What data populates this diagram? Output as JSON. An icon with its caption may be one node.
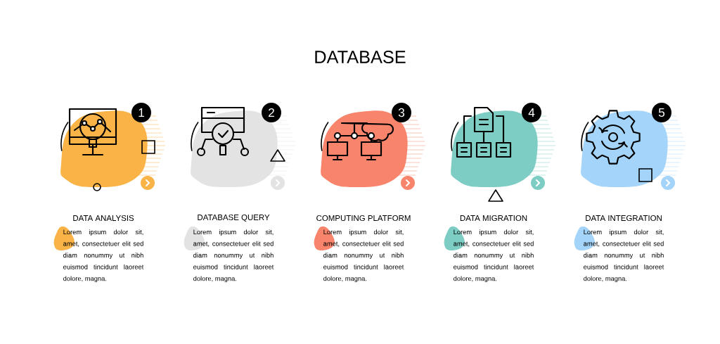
{
  "diagram": {
    "title": "DATABASE",
    "nodes": [
      {
        "text": [
          "1",
          "DATA ANALYSIS",
          "Lorem ipsum dolor sit, amet, consectetuer elit sed diam nonummy ut nibh euismod tincidunt laoreet dolore, magna."
        ]
      },
      {
        "text": [
          "2",
          "DATABASE QUERY",
          "Lorem ipsum dolor sit, amet, consectetuer elit sed diam nonummy ut nibh euismod tincidunt laoreet dolore, magna."
        ]
      },
      {
        "text": [
          "3",
          "COMPUTING PLATFORM",
          "Lorem ipsum dolor sit, amet, consectetuer elit sed diam nonummy ut nibh euismod tincidunt laoreet dolore, magna."
        ]
      },
      {
        "text": [
          "4",
          "DATA MIGRATION",
          "Lorem ipsum dolor sit, amet, consectetuer elit sed diam nonummy ut nibh euismod tincidunt laoreet dolore, magna."
        ]
      },
      {
        "text": [
          "5",
          "DATA INTEGRATION",
          "Lorem ipsum dolor sit, amet, consectetuer elit sed diam nonummy ut nibh euismod tincidunt laoreet dolore, magna."
        ]
      }
    ],
    "edges": []
  }
}
